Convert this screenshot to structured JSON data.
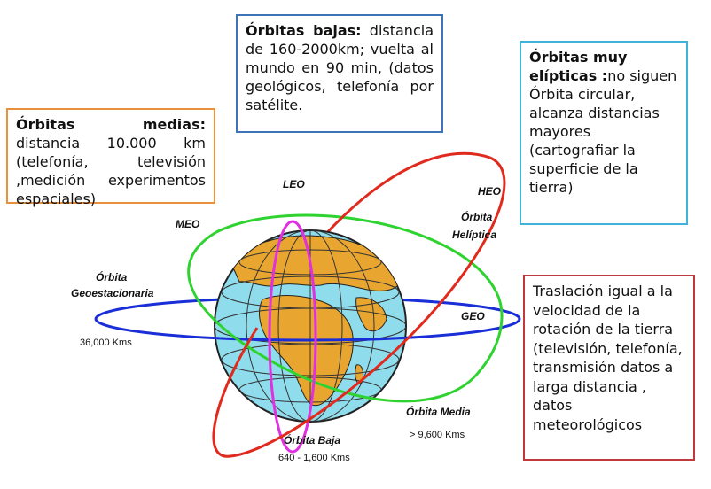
{
  "boxes": {
    "medias": {
      "title": "Órbitas medias:",
      "text": " distancia 10.000 km (telefonía, televisión ,medición experimentos espaciales)"
    },
    "bajas": {
      "title": "Órbitas bajas:",
      "text": " distancia de 160-2000km; vuelta al mundo en 90 min, (datos geológicos, telefonía por satélite."
    },
    "elipticas": {
      "title": "Órbitas muy elípticas :",
      "text": "no siguen Órbita circular, alcanza distancias mayores (cartografiar la superficie de la tierra)"
    },
    "geo": {
      "text": "Traslación igual a la velocidad de la rotación de la tierra (televisión, telefonía, transmisión datos a larga distancia , datos meteorológicos"
    }
  },
  "labels": {
    "leo": "LEO",
    "heo": "HEO",
    "helipt_1": "Órbita",
    "helipt_2": "Helíptica",
    "meo": "MEO",
    "geoestac_1": "Órbita",
    "geoestac_2": "Geoestacionaria",
    "geo_dist": "36,000  Kms",
    "geo": "GEO",
    "media": "Órbita Media",
    "media_dist": "> 9,600 Kms",
    "baja": "Órbita Baja",
    "baja_dist": "640 - 1,600  Kms"
  },
  "colors": {
    "ocean": "#8fdcec",
    "land": "#e8a630",
    "geo_orbit": "#1a2ed8",
    "meo_orbit": "#2fd32f",
    "leo_orbit": "#e030e0",
    "heo_orbit": "#e02a1e",
    "box_medias": "#e8913a",
    "box_bajas": "#3f73b8",
    "box_elipticas": "#42b3d8",
    "box_geo": "#c0393b"
  }
}
